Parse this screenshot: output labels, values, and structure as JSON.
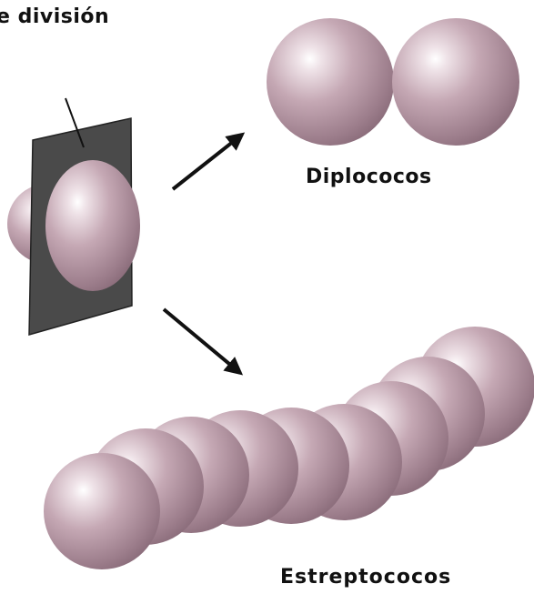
{
  "labels": {
    "division_plane": "e división",
    "diplococcus": "Diplococos",
    "streptococcus": "Estreptococos"
  },
  "colors": {
    "sphere_base": "#b99aa7",
    "sphere_shadow": "#8f7080",
    "highlight": "#ffffff",
    "plane": "#4a4a4a",
    "arrow": "#111111"
  },
  "icons": {
    "division_plane": "plane-shape",
    "arrow": "arrow"
  }
}
